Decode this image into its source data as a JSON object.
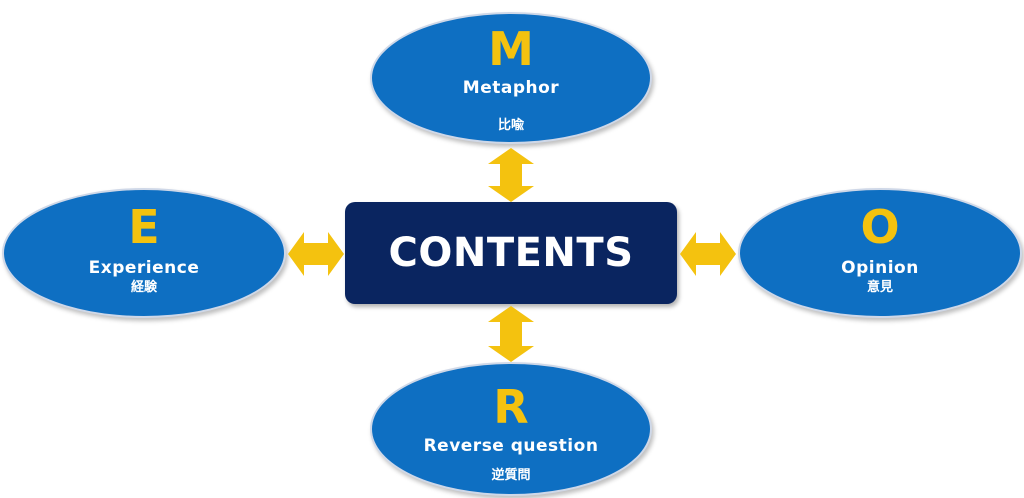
{
  "center": {
    "label": "CONTENTS"
  },
  "nodes": {
    "metaphor": {
      "letter": "M",
      "label": "Metaphor",
      "sub": "比喩"
    },
    "experience": {
      "letter": "E",
      "label": "Experience",
      "sub": "経験"
    },
    "opinion": {
      "letter": "O",
      "label": "Opinion",
      "sub": "意見"
    },
    "reverse": {
      "letter": "R",
      "label": "Reverse question",
      "sub": "逆質問"
    }
  },
  "colors": {
    "node_fill": "#0e6fc2",
    "center_fill": "#0a2560",
    "letter": "#f4c20f",
    "arrow": "#f4c20f",
    "text": "#ffffff"
  }
}
